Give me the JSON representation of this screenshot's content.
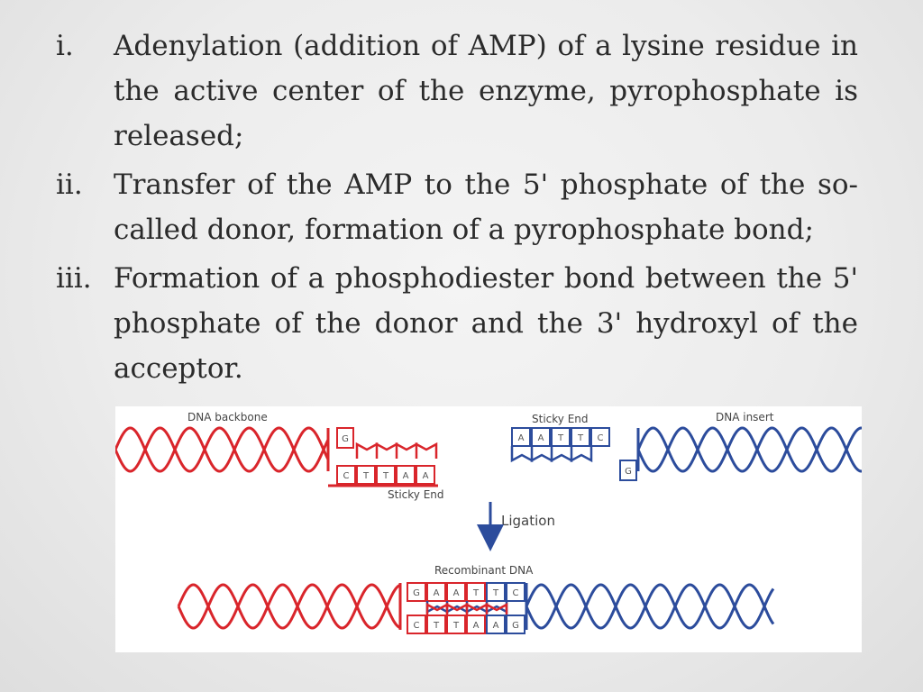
{
  "steps": [
    {
      "number": "i.",
      "text": "Adenylation (addition of AMP) of a lysine residue in the active center of the enzyme, pyrophosphate is released;"
    },
    {
      "number": "ii.",
      "text": "Transfer of the AMP to the 5' phosphate of the so-called donor, formation of a pyrophosphate bond;"
    },
    {
      "number": "iii.",
      "text": "Formation of a phosphodiester bond between the 5' phosphate of the donor and the 3' hydroxyl of the acceptor."
    }
  ],
  "diagram": {
    "labels": {
      "backbone": "DNA backbone",
      "sticky_end_top": "Sticky End",
      "insert": "DNA insert",
      "sticky_end_bottom": "Sticky End",
      "ligation": "Ligation",
      "recombinant": "Recombinant DNA"
    },
    "backbone_top_base": "G",
    "backbone_bottom_bases": [
      "C",
      "T",
      "T",
      "A",
      "A"
    ],
    "insert_top_bases": [
      "A",
      "A",
      "T",
      "T",
      "C"
    ],
    "insert_bottom_base": "G",
    "recombinant_top_bases": [
      "G",
      "A",
      "A",
      "T",
      "T",
      "C"
    ],
    "recombinant_bottom_bases": [
      "C",
      "T",
      "T",
      "A",
      "A",
      "G"
    ],
    "colors": {
      "backbone": "#d9252b",
      "insert": "#2c4c9c",
      "arrow": "#2c4c9c"
    }
  }
}
